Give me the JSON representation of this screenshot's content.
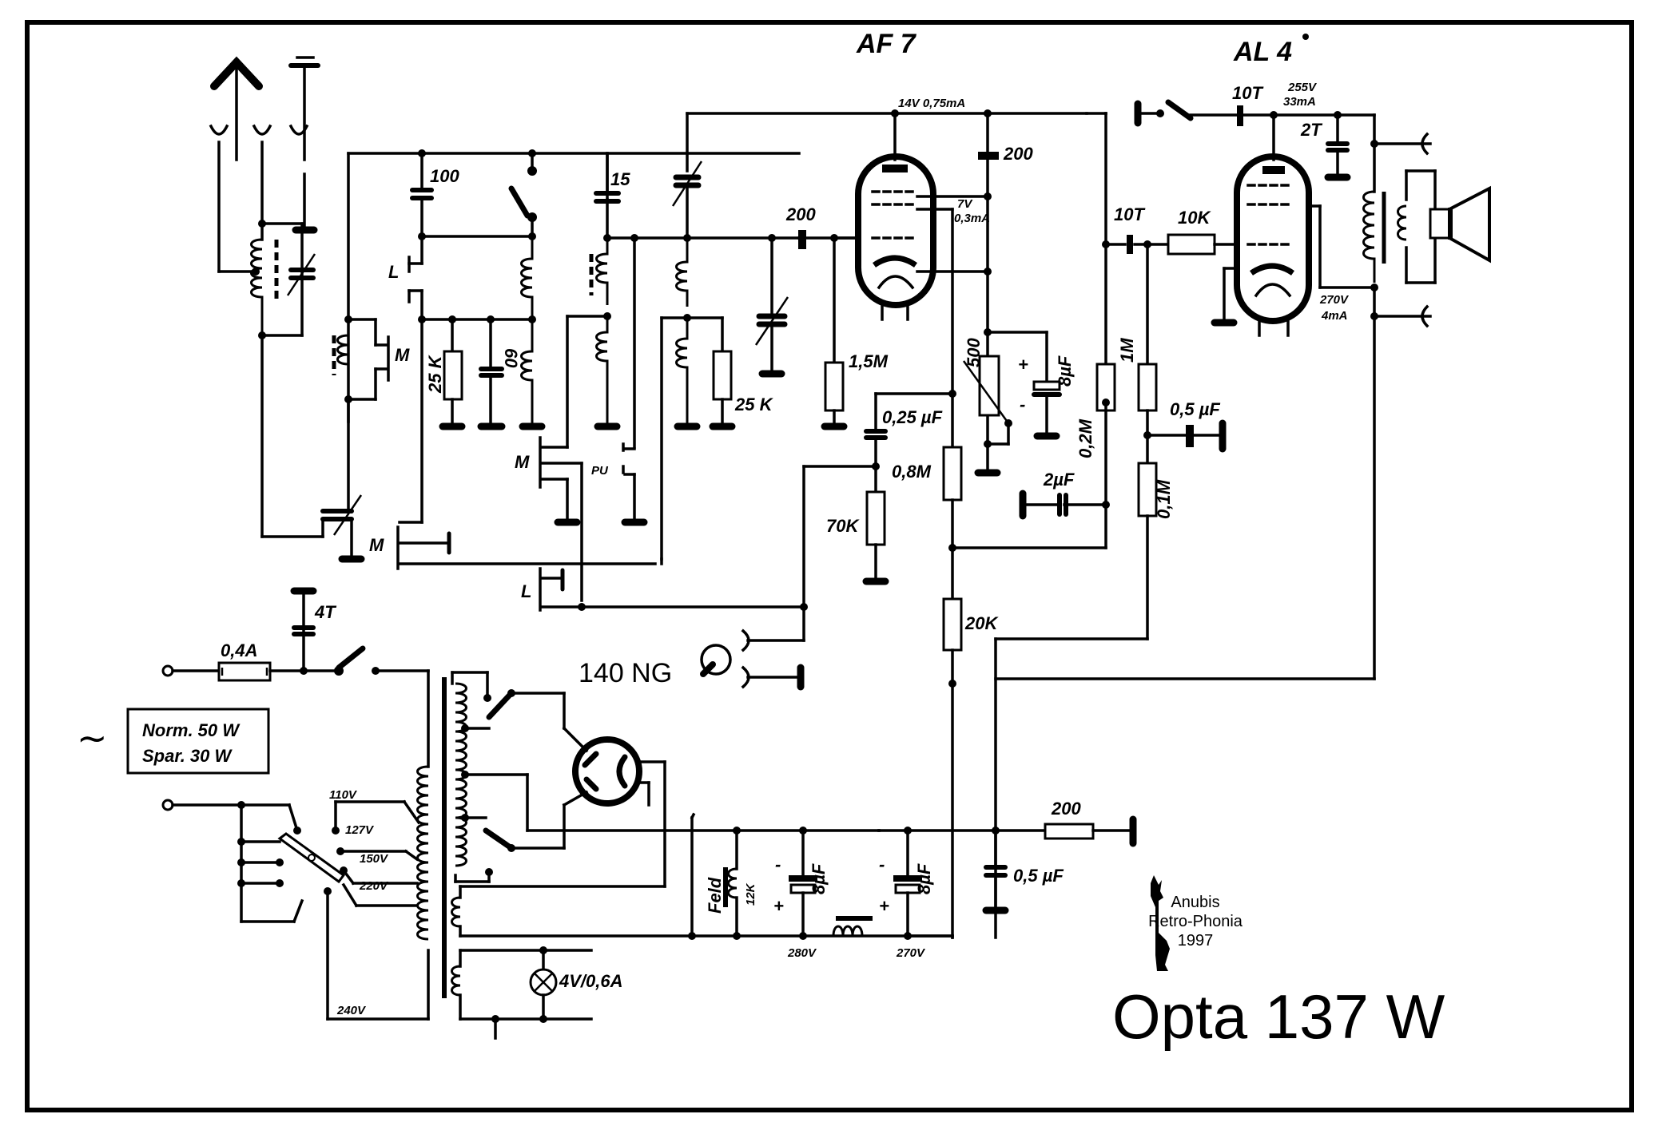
{
  "title": "Opta 137 W",
  "credit": {
    "line1": "Anubis",
    "line2": "Retro-Phonia",
    "line3": "1997"
  },
  "tubes": {
    "af7": "AF 7",
    "al4": "AL 4",
    "rectifier": "140 NG"
  },
  "power_box": {
    "line1": "Norm. 50 W",
    "line2": "Spar. 30 W"
  },
  "ac_symbol": "~",
  "labels": {
    "cap_100": "100",
    "cap_15": "15",
    "cap_60": "60",
    "res_25k_a": "25 K",
    "res_25k_b": "25 K",
    "switch_L_top": "L",
    "switch_M_a": "M",
    "switch_M_b": "M",
    "switch_M_c": "M",
    "switch_PU": "PU",
    "switch_L_bottom": "L",
    "cap_200_grid": "200",
    "res_1_5M": "1,5M",
    "af7_anode": "14V 0,75mA",
    "cap_200_screen": "200",
    "af7_screen_v": "7V",
    "af7_screen_i": "0,3mA",
    "pot_500": "500",
    "cap_8uF_cathode": "8µF",
    "cap_0_25uF": "0,25 µF",
    "res_0_8M": "0,8M",
    "res_70k": "70K",
    "cap_2uF": "2µF",
    "res_0_2M": "0,2M",
    "cap_10T_coupling": "10T",
    "res_1M": "1M",
    "cap_0_5uF_grid": "0,5 µF",
    "res_0_1M": "0,1M",
    "res_10k": "10K",
    "cap_10T_tone": "10T",
    "al4_anode_v": "255V",
    "al4_anode_i": "33mA",
    "cap_2T": "2T",
    "al4_screen_v": "270V",
    "al4_screen_i": "4mA",
    "res_20k": "20K",
    "fuse": "0,4A",
    "cap_4T": "4T",
    "tap_110": "110V",
    "tap_127": "127V",
    "tap_150": "150V",
    "tap_220": "220V",
    "tap_240": "240V",
    "field_coil": "Feld",
    "field_res": "12K",
    "cap_8uF_a": "8µF",
    "cap_8uF_b": "8µF",
    "v_280": "280V",
    "v_270": "270V",
    "res_200_bias": "200",
    "cap_0_5uF_bias": "0,5 µF",
    "pilot_lamp": "4V/0,6A",
    "plus": "+",
    "minus": "-"
  }
}
